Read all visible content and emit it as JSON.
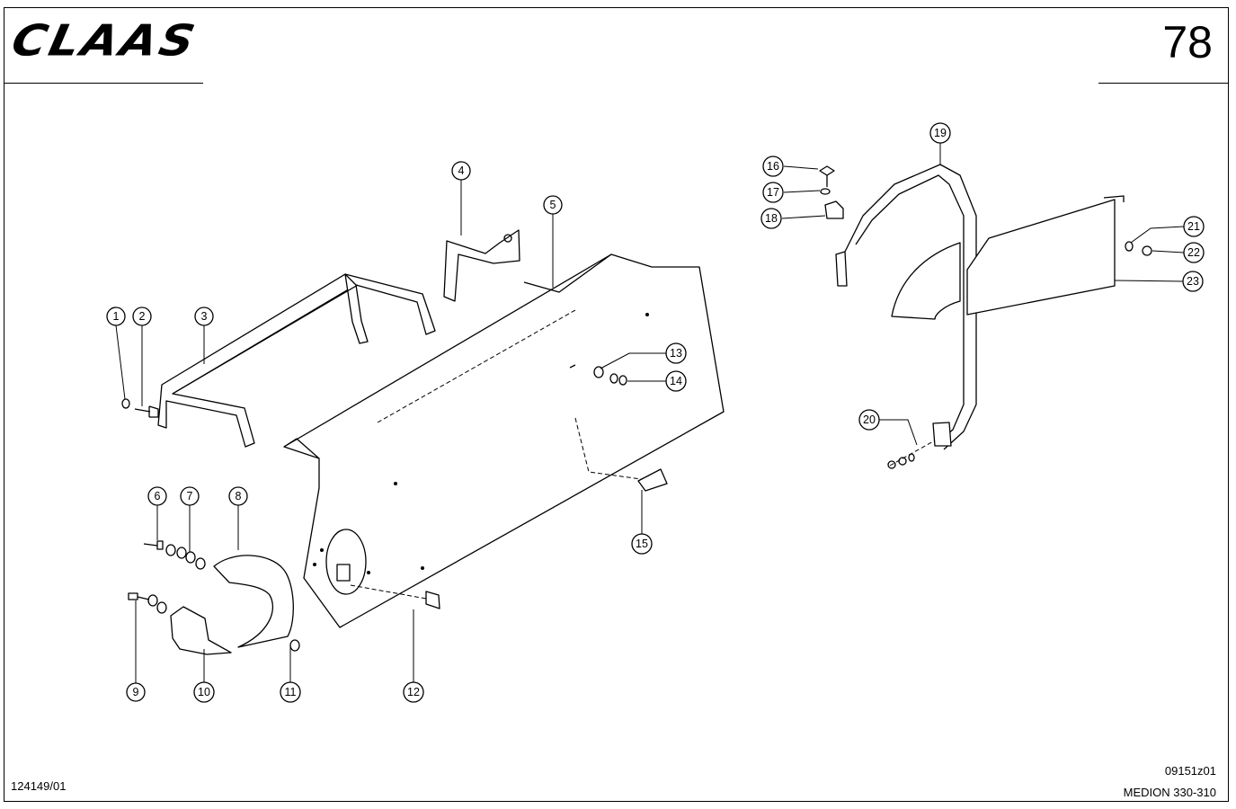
{
  "header": {
    "logo_text": "CLAAS",
    "page_number": "78"
  },
  "footer": {
    "document_number": "124149/01",
    "figure_number": "09151z01",
    "model": "MEDION 330-310"
  },
  "callouts": [
    "1",
    "2",
    "3",
    "4",
    "5",
    "6",
    "7",
    "8",
    "9",
    "10",
    "11",
    "12",
    "13",
    "14",
    "15",
    "16",
    "17",
    "18",
    "19",
    "20",
    "21",
    "22",
    "23"
  ]
}
